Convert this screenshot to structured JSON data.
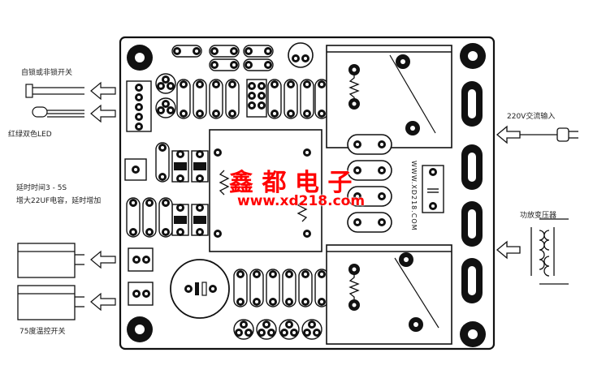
{
  "labels": {
    "latch_switch": "自锁或非锁开关",
    "led": "红绿双色LED",
    "delay_time": "延时时间3 - 5S",
    "cap_delay": "增大22UF电容，延时增加",
    "thermal_switch": "75度温控开关",
    "ac_input": "220V交流输入",
    "power_transformer": "功放变压器"
  },
  "brand": {
    "name": "鑫 都 电 子",
    "url": "www.xd218.com",
    "board_mark": "WWW.XD218.COM"
  },
  "colors": {
    "brand_red": "#ff0000",
    "outline": "#111111"
  }
}
